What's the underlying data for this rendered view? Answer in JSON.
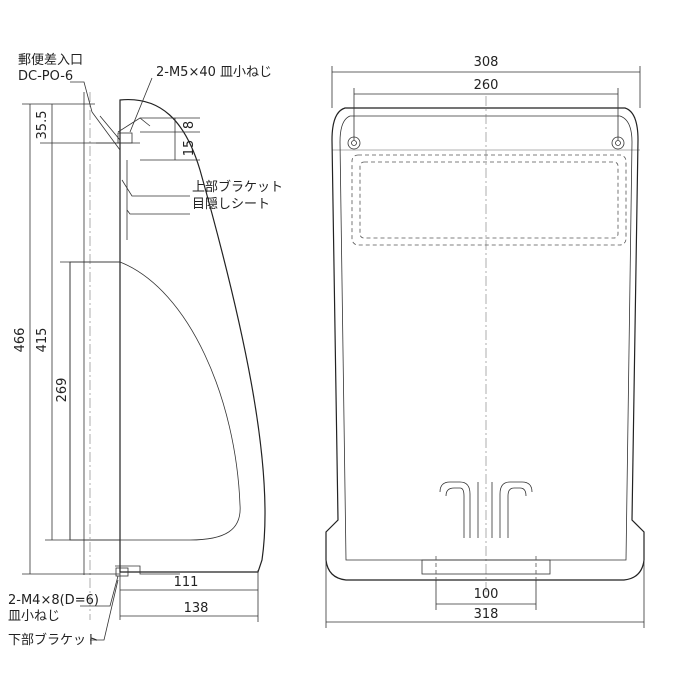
{
  "labels": {
    "mail_slot_name": "郵便差入口",
    "mail_slot_model": "DC-PO-6",
    "top_screw": "2-M5×40 皿小ねじ",
    "top_bracket": "上部ブラケット",
    "hiding_sheet": "目隠しシート",
    "bottom_screw": "2-M4×8(D=6)",
    "bottom_screw_type": "皿小ねじ",
    "bottom_bracket": "下部ブラケット"
  },
  "dimensions": {
    "total_height": "466",
    "inner_height": "415",
    "opening_height": "269",
    "top_offset": "35.5",
    "bracket_8": "8",
    "bracket_15": "15",
    "depth_bottom": "111",
    "depth_total": "138",
    "width_top_outer": "308",
    "bolt_pitch_top": "260",
    "bolt_pitch_bottom": "100",
    "width_bottom": "318"
  }
}
